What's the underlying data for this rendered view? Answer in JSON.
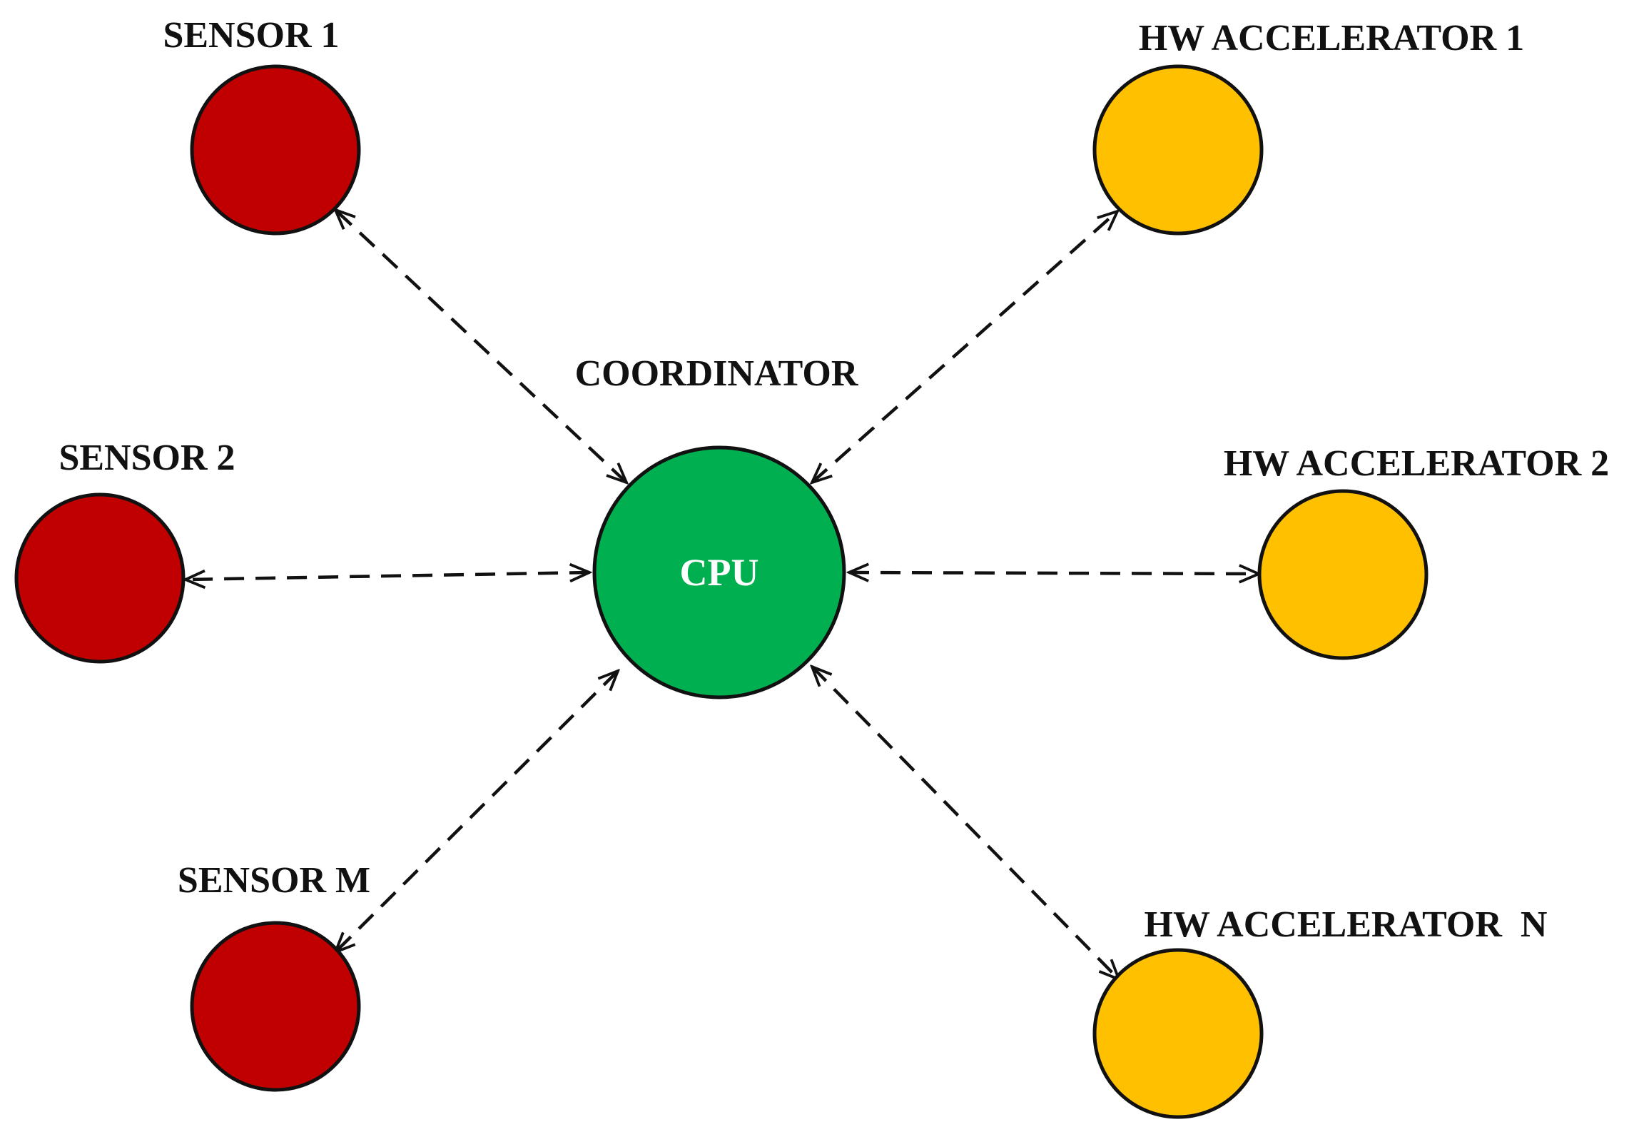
{
  "colors": {
    "sensor": "#c00000",
    "accelerator": "#ffc000",
    "cpu": "#00b050",
    "cpu_text": "#ffffff",
    "line": "#111111"
  },
  "coordinator": {
    "title": "COORDINATOR",
    "cpu_label": "CPU"
  },
  "sensors": [
    {
      "label": "SENSOR 1"
    },
    {
      "label": "SENSOR 2"
    },
    {
      "label": "SENSOR M"
    }
  ],
  "accelerators": [
    {
      "label": "HW ACCELERATOR 1"
    },
    {
      "label": "HW ACCELERATOR 2"
    },
    {
      "label": "HW ACCELERATOR  N"
    }
  ],
  "links": [
    {
      "from": "cpu",
      "to": "sensor-1",
      "direction": "bidirectional",
      "style": "dashed"
    },
    {
      "from": "cpu",
      "to": "sensor-2",
      "direction": "bidirectional",
      "style": "dashed"
    },
    {
      "from": "cpu",
      "to": "sensor-m",
      "direction": "bidirectional",
      "style": "dashed"
    },
    {
      "from": "cpu",
      "to": "hw-accelerator-1",
      "direction": "bidirectional",
      "style": "dashed"
    },
    {
      "from": "cpu",
      "to": "hw-accelerator-2",
      "direction": "bidirectional",
      "style": "dashed"
    },
    {
      "from": "cpu",
      "to": "hw-accelerator-n",
      "direction": "bidirectional",
      "style": "dashed"
    }
  ]
}
